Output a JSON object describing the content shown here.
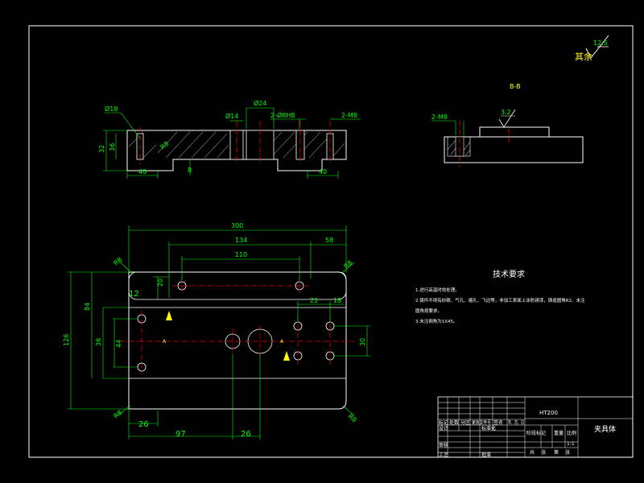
{
  "surface_roughness": {
    "label": "其余",
    "value": "12.5"
  },
  "section_label": "B-B",
  "section_callouts": {
    "holes": "2-M8",
    "roughness": "3.2"
  },
  "front_view": {
    "callouts": [
      "Ø18",
      "Ø14",
      "Ø24",
      "2-Ø8H8",
      "2-M8"
    ],
    "dims": {
      "height_outer": "32",
      "height_inner": "36",
      "left_width": "40",
      "right_width": "40",
      "step": "8",
      "radius": "R8"
    }
  },
  "plan_view": {
    "dims": {
      "length": "300",
      "slot_span": "134",
      "slot_inner": "110",
      "right_offset": "58",
      "corner_left": "R8",
      "corner_right": "R8",
      "slot_y": "12",
      "slot_h": "20",
      "height": "126",
      "h_84": "84",
      "h_36": "36",
      "h_44": "44",
      "bottom_26": "26",
      "x_97": "97",
      "x_26": "26",
      "hole_top_22": "22",
      "hole_top_18": "18",
      "hole_right_30": "30",
      "corner_bl": "R8",
      "corner_br": "R8",
      "marker": "A"
    }
  },
  "tech_requirements": {
    "title": "技术要求",
    "items": [
      "1.进行高温时效处理。",
      "2.铸件不得有砂眼、气孔、缩孔、飞边等，非加工表面上涂防锈漆，铸造圆角R2、未注",
      "圆角按要求。",
      "3.未注倒角为1X45。"
    ]
  },
  "title_block": {
    "material": "HT200",
    "part_name": "夹具体",
    "scale_label": "比例",
    "scale": "1:1",
    "row_labels": [
      "标记",
      "处数",
      "分区",
      "更改文件号",
      "签名",
      "年、月、日"
    ],
    "left_labels": [
      "设计",
      "审核",
      "工艺"
    ],
    "std_label": "标准化",
    "approve_label": "批准",
    "stage_headers": [
      "阶段标记",
      "重量",
      "比例"
    ],
    "sheet_headers": [
      "共",
      "张",
      "第",
      "张"
    ]
  }
}
